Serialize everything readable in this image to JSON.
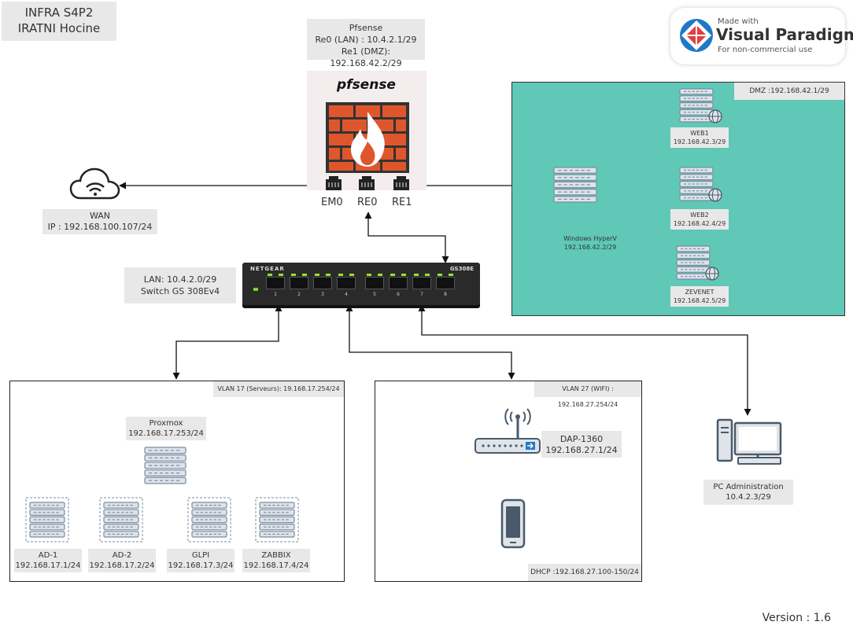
{
  "title_box": {
    "line1": "INFRA S4P2",
    "line2": "IRATNI Hocine"
  },
  "watermark": {
    "made_with": "Made with",
    "brand": "Visual Paradigm",
    "note": "For non-commercial use"
  },
  "pfsense": {
    "name": "Pfsense",
    "re0": "Re0 (LAN) : 10.4.2.1/29",
    "re1": "Re1 (DMZ): 192.168.42.2/29",
    "logo": "pfsense",
    "ports": [
      "EM0",
      "RE0",
      "RE1"
    ]
  },
  "wan": {
    "name": "WAN",
    "ip": "IP : 192.168.100.107/24"
  },
  "dmz": {
    "title": "DMZ :192.168.42.1/29",
    "hyperv": {
      "name": "Windows HyperV",
      "ip": "192.168.42.2/29"
    },
    "servers": [
      {
        "name": "WEB1",
        "ip": "192.168.42.3/29"
      },
      {
        "name": "WEB2",
        "ip": "192.168.42.4/29"
      },
      {
        "name": "ZEVENET",
        "ip": "192.168.42.5/29"
      }
    ],
    "bg_color": "#5fc8b7"
  },
  "switch": {
    "lan": "LAN: 10.4.2.0/29",
    "model": "Switch GS 308Ev4",
    "brand": "NETGEAR",
    "model_tag": "GS308E",
    "port_numbers": [
      "1",
      "2",
      "3",
      "4",
      "5",
      "6",
      "7",
      "8"
    ]
  },
  "vlan17": {
    "title": "VLAN 17 (Serveurs): 19.168.17.254/24",
    "proxmox": {
      "name": "Proxmox",
      "ip": "192.168.17.253/24"
    },
    "vms": [
      {
        "name": "AD-1",
        "ip": "192.168.17.1/24"
      },
      {
        "name": "AD-2",
        "ip": "192.168.17.2/24"
      },
      {
        "name": "GLPI",
        "ip": "192.168.17.3/24"
      },
      {
        "name": "ZABBIX",
        "ip": "192.168.17.4/24"
      }
    ]
  },
  "vlan27": {
    "title": "VLAN 27 (WIFI) : 192.168.27.254/24",
    "ap": {
      "name": "DAP-1360",
      "ip": "192.168.27.1/24"
    },
    "dhcp": "DHCP :192.168.27.100-150/24"
  },
  "pc": {
    "name": "PC Administration",
    "ip": "10.4.2.3/29"
  },
  "version": "Version : 1.6"
}
